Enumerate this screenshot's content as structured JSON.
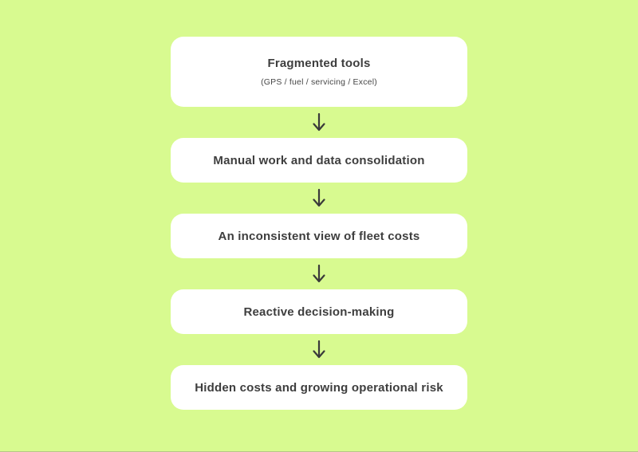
{
  "page": {
    "background_color": "#d8fa90",
    "card_color": "#ffffff",
    "text_color": "#3e3e3e",
    "arrow_color": "#3a3a3a",
    "arrow_icon": "down-arrow-icon"
  },
  "flow": {
    "steps": [
      {
        "title": "Fragmented tools",
        "subtitle": "(GPS / fuel / servicing / Excel)"
      },
      {
        "label": "Manual work and data consolidation"
      },
      {
        "label": "An inconsistent view of fleet costs"
      },
      {
        "label": "Reactive decision-making"
      },
      {
        "label": "Hidden costs and growing operational risk"
      }
    ]
  }
}
